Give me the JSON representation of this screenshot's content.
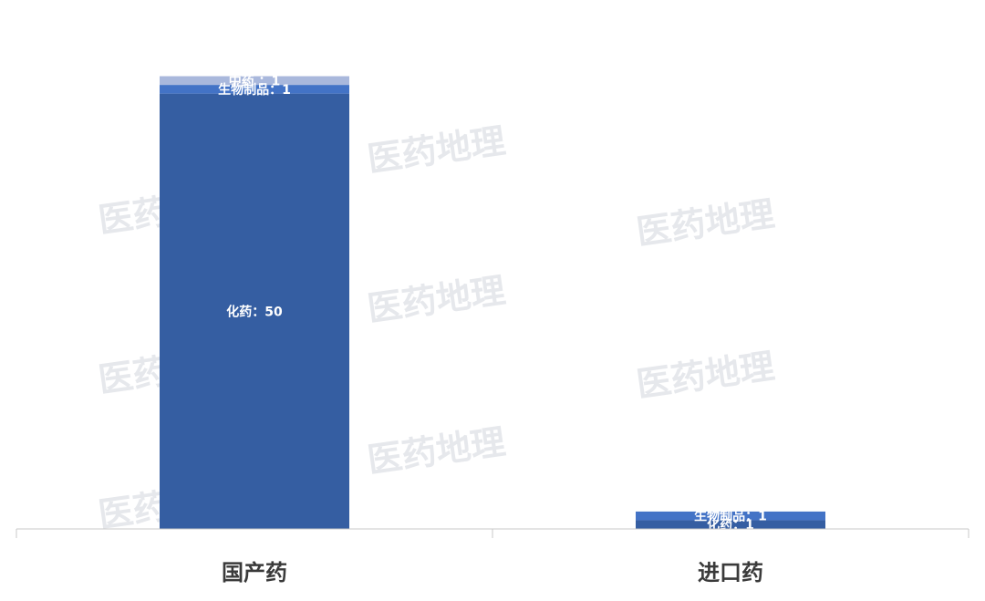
{
  "watermark": "医药地理",
  "chart_data": {
    "type": "bar",
    "stacked": true,
    "categories": [
      "国产药",
      "进口药"
    ],
    "series": [
      {
        "name": "化药",
        "values": [
          50,
          1
        ],
        "color": "#355ea2"
      },
      {
        "name": "生物制品",
        "values": [
          1,
          1
        ],
        "color": "#4373c6"
      },
      {
        "name": "中药",
        "values": [
          1,
          0
        ],
        "color": "#a9b8dc"
      }
    ],
    "data_labels": [
      [
        "化药：50",
        "化药：1"
      ],
      [
        "生物制品：1",
        "生物制品：1"
      ],
      [
        "中药 ：1",
        ""
      ]
    ],
    "ylim": [
      0,
      53
    ],
    "grid": false,
    "legend": "none",
    "axis_color": "#c8c8c8"
  }
}
